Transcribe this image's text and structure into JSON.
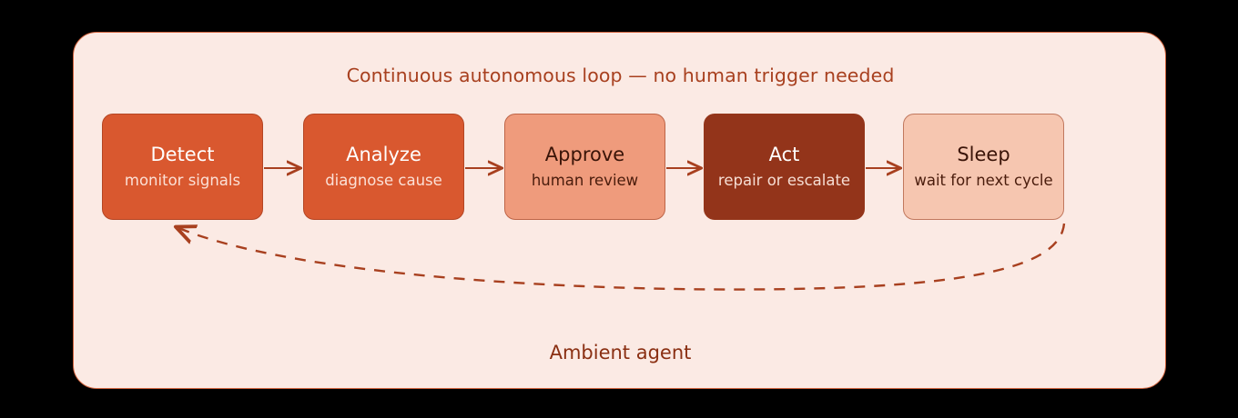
{
  "diagram": {
    "type": "flow-loop",
    "container_label": "Ambient agent",
    "loop_caption": "Continuous autonomous loop — no human trigger needed",
    "colors": {
      "page_background": "#000000",
      "container_fill": "#fbeae4",
      "container_border": "#d2653f",
      "arrow": "#a8401f",
      "caption_text": "#a8401f",
      "label_text": "#8a2f12"
    },
    "stages": [
      {
        "title": "Detect",
        "subtitle": "monitor signals",
        "fill": "#d9582f",
        "text": "#ffffff"
      },
      {
        "title": "Analyze",
        "subtitle": "diagnose cause",
        "fill": "#d9582f",
        "text": "#ffffff"
      },
      {
        "title": "Approve",
        "subtitle": "human review",
        "fill": "#ef9b7c",
        "text": "#3a1408"
      },
      {
        "title": "Act",
        "subtitle": "repair or escalate",
        "fill": "#93341a",
        "text": "#ffffff"
      },
      {
        "title": "Sleep",
        "subtitle": "wait for next cycle",
        "fill": "#f6c6b0",
        "text": "#3a1408"
      }
    ],
    "connectors": {
      "forward_count": 4,
      "feedback": {
        "style": "dashed",
        "from": "Sleep",
        "to": "Detect"
      }
    }
  }
}
